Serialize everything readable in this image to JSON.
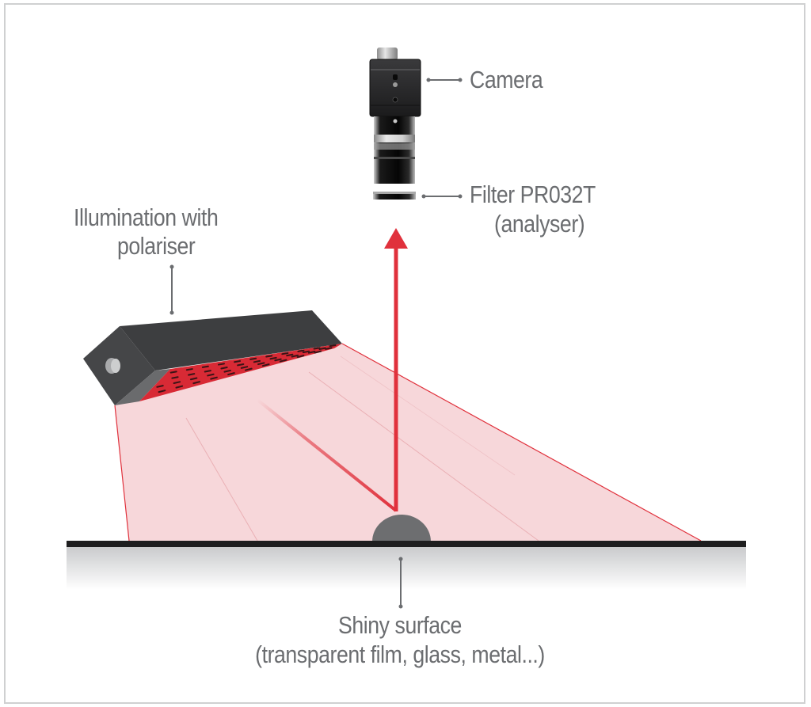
{
  "diagram": {
    "title": "Polarised illumination setup for shiny surface inspection",
    "labels": {
      "camera": "Camera",
      "filter": "Filter PR032T",
      "filter_sub": "(analyser)",
      "illumination": "Illumination with",
      "illumination_sub": "polariser",
      "surface": "Shiny surface",
      "surface_sub": "(transparent film, glass, metal...)"
    },
    "colors": {
      "label_text": "#6b6d70",
      "ray_red": "#e0313c",
      "beam_fill": "#f6d3d6",
      "emitter_red": "#d82a35",
      "housing_dark": "#3d3e40",
      "surface_line": "#1e1e1f",
      "object_grey": "#6d6e70",
      "frame_border": "#cfd0d1"
    },
    "components": [
      "camera",
      "lens",
      "filter",
      "illumination-bar",
      "light-beam",
      "incident-ray",
      "reflected-ray",
      "shiny-object",
      "surface"
    ]
  }
}
